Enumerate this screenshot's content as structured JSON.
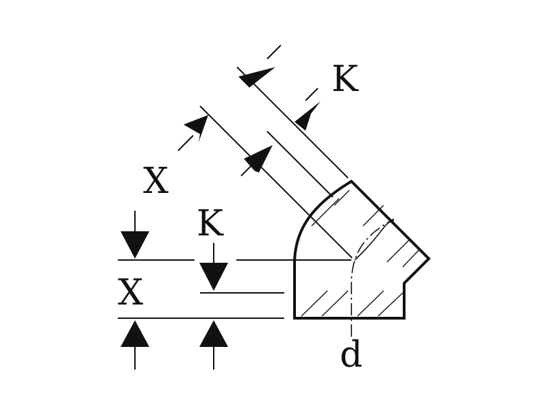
{
  "diagram": {
    "labels": {
      "k_diagonal": "K",
      "x_diagonal": "X",
      "k_vertical": "K",
      "x_vertical": "X",
      "diameter": "d"
    },
    "colors": {
      "stroke": "#111111",
      "background": "#ffffff"
    }
  }
}
